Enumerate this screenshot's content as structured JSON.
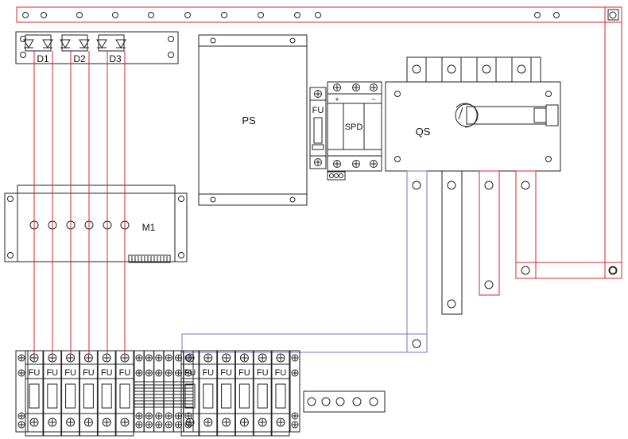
{
  "labels": {
    "d1": "D1",
    "d2": "D2",
    "d3": "D3",
    "ps": "PS",
    "spd": "SPD",
    "spd_fu": "FU",
    "spd_plus": "+",
    "spd_minus": "−",
    "qs": "QS",
    "m1": "M1"
  },
  "terminal_row": {
    "fuse_label": "FU",
    "left_fuse_count": 6,
    "terminal_block_count": 6,
    "right_fuse_count": 6
  },
  "colors": {
    "outline": "#222222",
    "wire_red": "#d9242b",
    "wire_blue": "#7b74b8",
    "background": "#ffffff"
  }
}
